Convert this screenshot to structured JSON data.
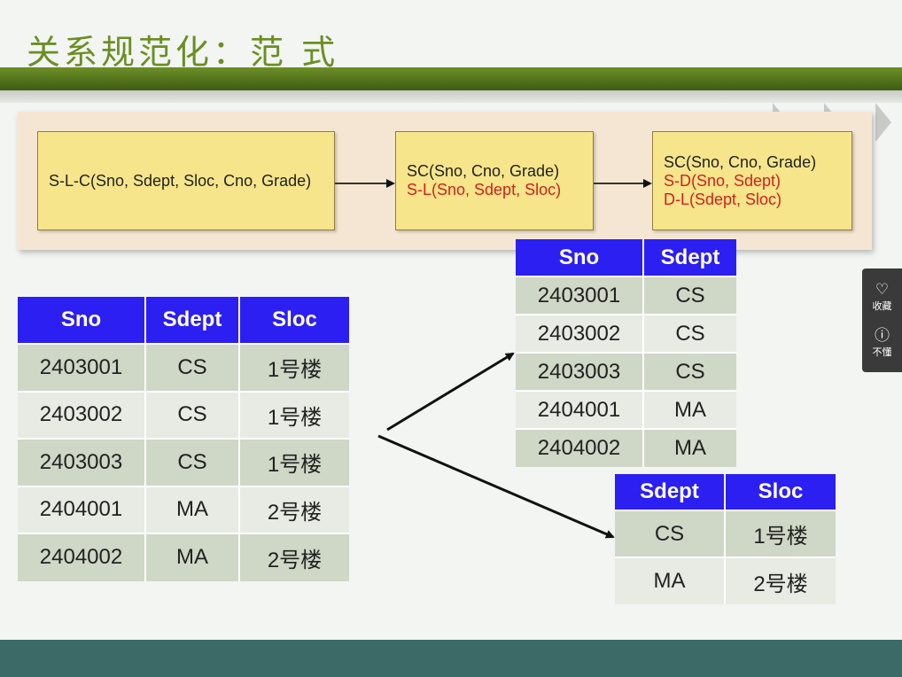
{
  "title": "关系规范化：范 式",
  "flow": {
    "box1": {
      "line1": "S-L-C(Sno, Sdept, Sloc, Cno, Grade)"
    },
    "box2": {
      "line1": "SC(Sno,  Cno, Grade)",
      "line2": "S-L(Sno, Sdept, Sloc)"
    },
    "box3": {
      "line1": "SC(Sno,  Cno, Grade)",
      "line2": "S-D(Sno, Sdept)",
      "line3": "D-L(Sdept, Sloc)"
    }
  },
  "table_sl": {
    "headers": [
      "Sno",
      "Sdept",
      "Sloc"
    ],
    "rows": [
      [
        "2403001",
        "CS",
        "1号楼"
      ],
      [
        "2403002",
        "CS",
        "1号楼"
      ],
      [
        "2403003",
        "CS",
        "1号楼"
      ],
      [
        "2404001",
        "MA",
        "2号楼"
      ],
      [
        "2404002",
        "MA",
        "2号楼"
      ]
    ]
  },
  "table_sd": {
    "headers": [
      "Sno",
      "Sdept"
    ],
    "rows": [
      [
        "2403001",
        "CS"
      ],
      [
        "2403002",
        "CS"
      ],
      [
        "2403003",
        "CS"
      ],
      [
        "2404001",
        "MA"
      ],
      [
        "2404002",
        "MA"
      ]
    ]
  },
  "table_dl": {
    "headers": [
      "Sdept",
      "Sloc"
    ],
    "rows": [
      [
        "CS",
        "1号楼"
      ],
      [
        "MA",
        "2号楼"
      ]
    ]
  },
  "side": {
    "favorite_label": "收藏",
    "unclear_label": "不懂",
    "favorite_icon": "heart-icon",
    "unclear_icon": "question-icon"
  },
  "colors": {
    "header_blue": "#2b1ff2",
    "title_green": "#6b8e23",
    "footer": "#3c6a67",
    "highlight_red": "#d21f1f"
  }
}
